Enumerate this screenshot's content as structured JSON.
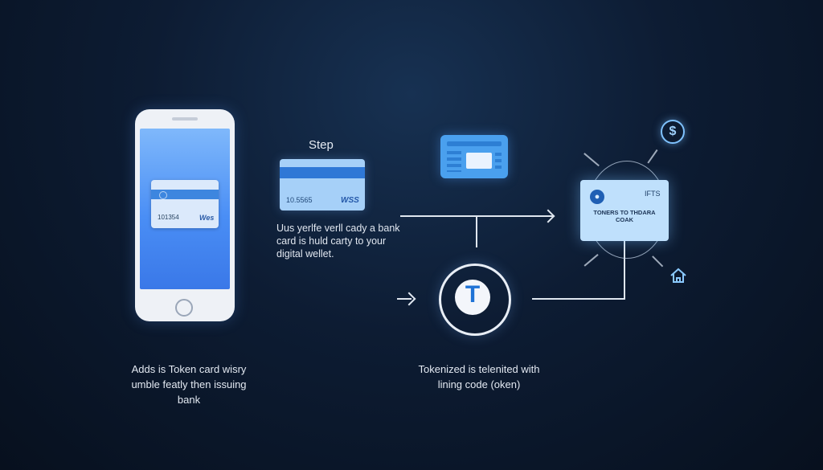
{
  "step": {
    "title": "Step",
    "card_number": "10.5565",
    "card_brand": "WSS",
    "description": "Uus yerlfe verll cady a bank card is huld carty to your digital wellet."
  },
  "phone": {
    "card_number": "101354",
    "card_brand": "Wes"
  },
  "token": {
    "letter": "T",
    "caption": "Tokenized is telenited with lining code (oken)"
  },
  "token_card": {
    "label": "IFTS",
    "caption": "TONERS TO THDARA COAK"
  },
  "captions": {
    "left": "Adds is Token card wisry umble featly then issuing bank"
  },
  "icons": {
    "dollar": "dollar-icon",
    "home": "home-icon"
  },
  "colors": {
    "accent": "#4a8ef5",
    "card": "#a6d0f8",
    "background": "#0d1c33"
  }
}
